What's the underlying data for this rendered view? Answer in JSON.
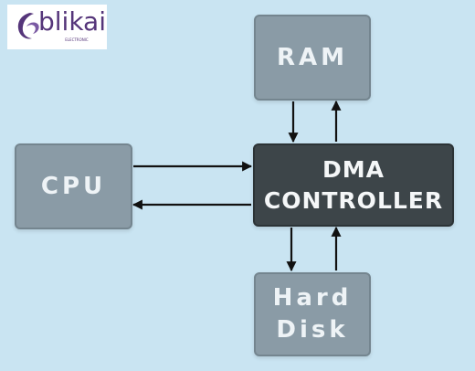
{
  "logo": {
    "word": "blikai",
    "sub": "ELECTRONIC",
    "icon": "blikai-logo-mark"
  },
  "diagram": {
    "ram_label": "RAM",
    "cpu_label": "CPU",
    "dma_line1": "DMA",
    "dma_line2": "CONTROLLER",
    "hd_line1": "Hard",
    "hd_line2": "Disk"
  },
  "colors": {
    "background": "#c9e4f2",
    "peripheral_box": "#8a9ba6",
    "controller_box": "#3d4549",
    "arrow": "#111111",
    "logo": "#55357a"
  }
}
